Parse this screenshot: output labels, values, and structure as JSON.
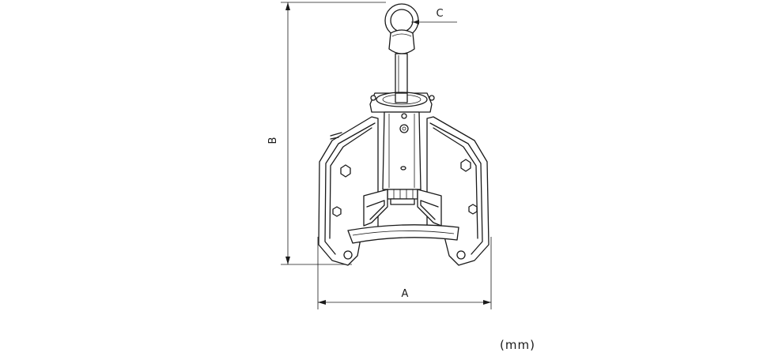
{
  "dimensions": {
    "a_label": "A",
    "b_label": "B",
    "c_label": "C"
  },
  "unit_label": "(mm)"
}
